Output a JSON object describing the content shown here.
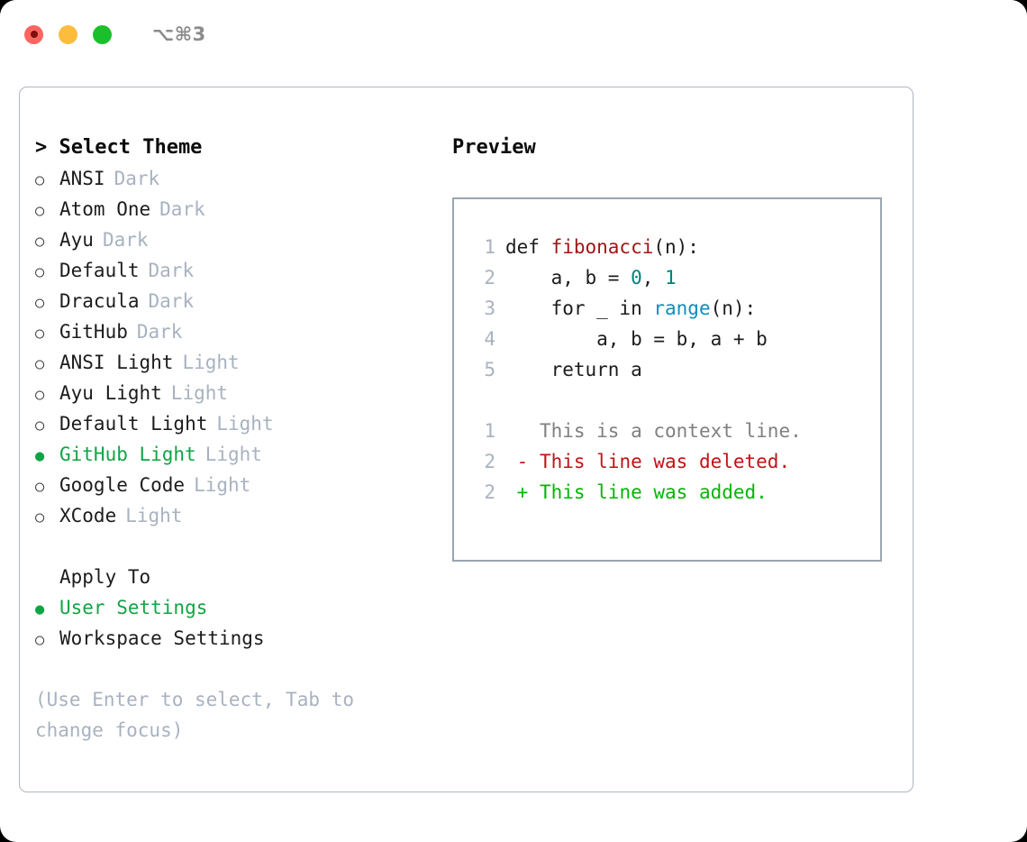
{
  "titlebar": {
    "shortcut": "⌥⌘3",
    "buttons": [
      {
        "name": "close",
        "color": "#fb6560"
      },
      {
        "name": "minimize",
        "color": "#fcbd3f"
      },
      {
        "name": "zoom",
        "color": "#1ac02c"
      }
    ]
  },
  "theme_list": {
    "heading": "> Select Theme",
    "marker_selected": "●",
    "marker_unselected": "○",
    "accent_color": "#11a445",
    "variant_color": "#a8b2c0",
    "items": [
      {
        "label": "ANSI",
        "variant": "Dark",
        "selected": false
      },
      {
        "label": "Atom One",
        "variant": "Dark",
        "selected": false
      },
      {
        "label": "Ayu",
        "variant": "Dark",
        "selected": false
      },
      {
        "label": "Default",
        "variant": "Dark",
        "selected": false
      },
      {
        "label": "Dracula",
        "variant": "Dark",
        "selected": false
      },
      {
        "label": "GitHub",
        "variant": "Dark",
        "selected": false
      },
      {
        "label": "ANSI Light",
        "variant": "Light",
        "selected": false
      },
      {
        "label": "Ayu Light",
        "variant": "Light",
        "selected": false
      },
      {
        "label": "Default Light",
        "variant": "Light",
        "selected": false
      },
      {
        "label": "GitHub Light",
        "variant": "Light",
        "selected": true
      },
      {
        "label": "Google Code",
        "variant": "Light",
        "selected": false
      },
      {
        "label": "XCode",
        "variant": "Light",
        "selected": false
      }
    ]
  },
  "apply_to": {
    "heading": "Apply To",
    "items": [
      {
        "label": "User Settings",
        "selected": true
      },
      {
        "label": "Workspace Settings",
        "selected": false
      }
    ]
  },
  "hint": "(Use Enter to select, Tab to change focus)",
  "preview": {
    "heading": "Preview",
    "code_lines": [
      {
        "no": "1",
        "tokens": [
          {
            "t": "def ",
            "c": "plain"
          },
          {
            "t": "fibonacci",
            "c": "fn"
          },
          {
            "t": "(n):",
            "c": "plain"
          }
        ]
      },
      {
        "no": "2",
        "tokens": [
          {
            "t": "    a, b = ",
            "c": "plain"
          },
          {
            "t": "0",
            "c": "num"
          },
          {
            "t": ", ",
            "c": "plain"
          },
          {
            "t": "1",
            "c": "num"
          }
        ]
      },
      {
        "no": "3",
        "tokens": [
          {
            "t": "    for _ in ",
            "c": "plain"
          },
          {
            "t": "range",
            "c": "call"
          },
          {
            "t": "(n):",
            "c": "plain"
          }
        ]
      },
      {
        "no": "4",
        "tokens": [
          {
            "t": "        a, b = b, a + b",
            "c": "plain"
          }
        ]
      },
      {
        "no": "5",
        "tokens": [
          {
            "t": "    return a",
            "c": "plain"
          }
        ]
      }
    ],
    "diff_lines": [
      {
        "no": "1",
        "sign": "  ",
        "text": "This is a context line.",
        "kind": "ctx"
      },
      {
        "no": "2",
        "sign": "- ",
        "text": "This line was deleted.",
        "kind": "del"
      },
      {
        "no": "2",
        "sign": "+ ",
        "text": "This line was added.",
        "kind": "add"
      }
    ],
    "colors": {
      "function": "#a01515",
      "number": "#00807f",
      "call": "#0e8fba",
      "lineno": "#a8b2c0",
      "diff_context": "#808080",
      "diff_deleted": "#c01414",
      "diff_added": "#07b407",
      "border": "#9aa5b4"
    }
  }
}
